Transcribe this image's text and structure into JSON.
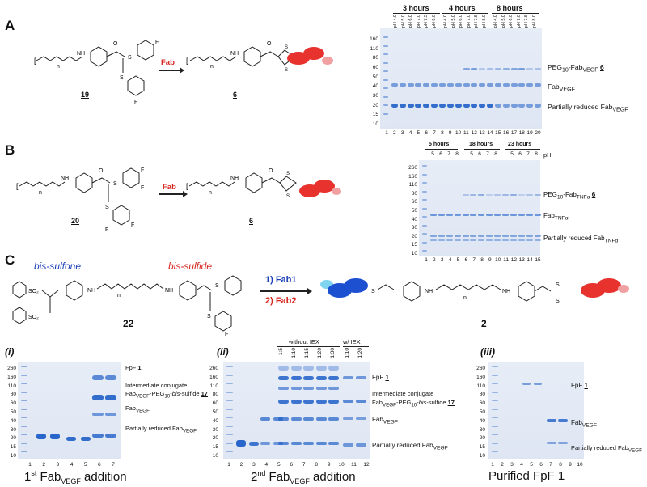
{
  "panels": {
    "A": {
      "letter": "A",
      "compound_start": "19",
      "compound_end": "6",
      "reagent": "Fab",
      "time_groups": [
        "3 hours",
        "4 hours",
        "8 hours"
      ],
      "ph_labels": [
        "pH 4.0",
        "pH 5.0",
        "pH 6.0",
        "pH 7.0",
        "pH 7.5",
        "pH 8.0"
      ],
      "mw_markers": [
        "160",
        "110",
        "80",
        "60",
        "50",
        "40",
        "30",
        "20",
        "15",
        "10"
      ],
      "lanes": [
        "1",
        "2",
        "3",
        "4",
        "5",
        "6",
        "7",
        "8",
        "9",
        "10",
        "11",
        "12",
        "13",
        "14",
        "15",
        "16",
        "17",
        "18",
        "19",
        "20"
      ],
      "band_labels": [
        "PEG10-FabVEGF 6",
        "FabVEGF",
        "Partially reduced FabVEGF"
      ]
    },
    "B": {
      "letter": "B",
      "compound_start": "20",
      "compound_end": "6",
      "reagent": "Fab",
      "time_groups": [
        "5 hours",
        "18 hours",
        "23 hours"
      ],
      "ph_title": "pH",
      "ph_values": [
        "5",
        "6",
        "7",
        "8"
      ],
      "mw_markers": [
        "260",
        "160",
        "110",
        "80",
        "60",
        "50",
        "40",
        "30",
        "20",
        "15",
        "10"
      ],
      "lanes": [
        "1",
        "2",
        "3",
        "4",
        "5",
        "6",
        "7",
        "8",
        "9",
        "10",
        "11",
        "12",
        "13",
        "14",
        "15"
      ],
      "band_labels": [
        "PEG10-FabTNFα 6",
        "FabTNFα",
        "Partially reduced FabTNFα"
      ]
    },
    "C": {
      "letter": "C",
      "bis_sulfone": "bis-sulfone",
      "bis_sulfide": "bis-sulfide",
      "compound_start": "22",
      "compound_end": "2",
      "step1": "1) Fab1",
      "step2": "2) Fab2"
    },
    "i": {
      "label": "(i)",
      "mw_markers": [
        "260",
        "160",
        "110",
        "80",
        "60",
        "50",
        "40",
        "30",
        "20",
        "15",
        "10"
      ],
      "lanes": [
        "1",
        "2",
        "3",
        "4",
        "5",
        "6",
        "7"
      ],
      "band_labels": [
        "FpF 1",
        "Intermediate conjugate",
        "FabVEGF-PEG10-bis-sulfide 17",
        "FabVEGF",
        "Partially reduced FabVEGF"
      ],
      "caption": "1st FabVEGF addition"
    },
    "ii": {
      "label": "(ii)",
      "group_without": "without IEX",
      "group_with": "w/ IEX",
      "ratios": [
        "1:5",
        "1:10",
        "1:15",
        "1:20",
        "1:30",
        "1:10",
        "1:20"
      ],
      "mw_markers": [
        "260",
        "160",
        "110",
        "80",
        "60",
        "50",
        "40",
        "30",
        "20",
        "15",
        "10"
      ],
      "lanes": [
        "1",
        "2",
        "3",
        "4",
        "5",
        "6",
        "7",
        "8",
        "9",
        "10",
        "11",
        "12"
      ],
      "band_labels": [
        "FpF 1",
        "Intermediate conjugate",
        "FabVEGF-PEG10-bis-sulfide 17",
        "FabVEGF",
        "Partially reduced FabVEGF"
      ],
      "caption": "2nd FabVEGF addition"
    },
    "iii": {
      "label": "(iii)",
      "mw_markers": [
        "260",
        "160",
        "110",
        "80",
        "60",
        "50",
        "40",
        "30",
        "20",
        "15",
        "10"
      ],
      "lanes": [
        "1",
        "2",
        "3",
        "4",
        "5",
        "6",
        "7",
        "8",
        "9",
        "10"
      ],
      "band_labels": [
        "FpF 1",
        "FabVEGF",
        "Partially reduced FabVEGF"
      ],
      "caption": "Purified FpF 1"
    }
  },
  "colors": {
    "gel_band": "#1f5fc8",
    "fab_red": "#e8322e",
    "fab_blue": "#1d4fd1",
    "reagent_red": "#d7261e",
    "bis_sulfone_blue": "#1b3fb8"
  }
}
